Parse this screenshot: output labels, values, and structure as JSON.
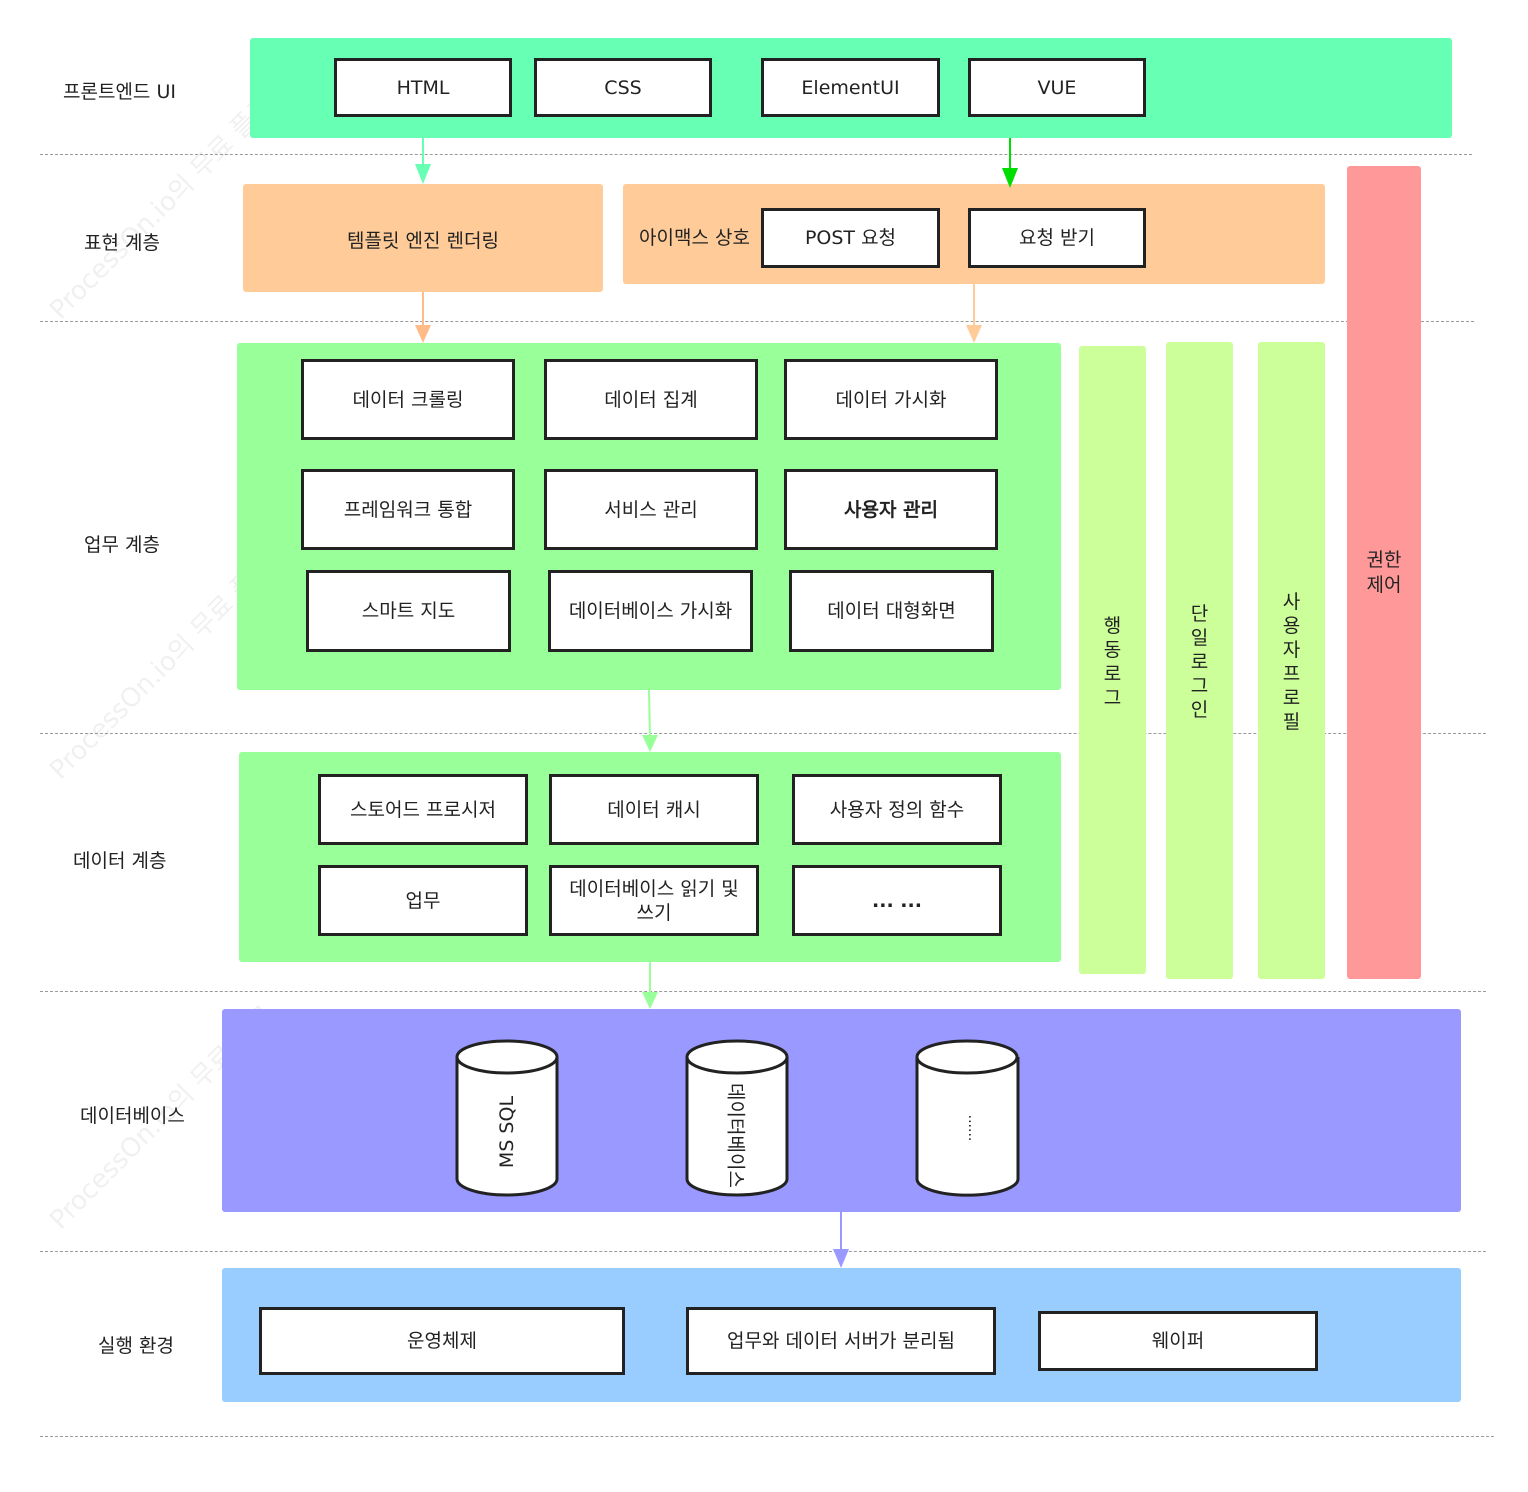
{
  "layers": {
    "frontend": "프론트엔드 UI",
    "presentation": "표현 계층",
    "business": "업무 계층",
    "data": "데이터 계층",
    "database": "데이터베이스",
    "runtime": "실행 환경"
  },
  "frontend": {
    "html": "HTML",
    "css": "CSS",
    "elementui": "ElementUI",
    "vue": "VUE"
  },
  "presentation": {
    "template": "템플릿 엔진 렌더링",
    "ajax": "아이맥스 상호",
    "post": "POST 요청",
    "receive": "요청 받기"
  },
  "business": {
    "crawling": "데이터 크롤링",
    "aggregation": "데이터 집계",
    "visualization": "데이터 가시화",
    "framework": "프레임워크 통합",
    "service": "서비스 관리",
    "user": "사용자 관리",
    "smartmap": "스마트 지도",
    "dbvis": "데이터베이스 가시화",
    "bigscreen": "데이터 대형화면"
  },
  "data": {
    "stored_proc": "스토어드 프로시저",
    "cache": "데이터 캐시",
    "udf": "사용자 정의 함수",
    "work": "업무",
    "rw": "데이터베이스 읽기 및 쓰기",
    "more": "... ..."
  },
  "side": {
    "action_log": "행동로그",
    "sso": "단일로그인",
    "profile": "사용자프로필",
    "permission": "권한 제어"
  },
  "database": {
    "mssql": "MS SQL",
    "db": "데이터베이스",
    "more": "......"
  },
  "runtime": {
    "os": "운영체제",
    "separation": "업무와 데이터 서버가 분리됨",
    "wafer": "웨이퍼"
  },
  "colors": {
    "frontend_band": "#66ffb3",
    "presentation_band": "#ffcc99",
    "business_band": "#99ff99",
    "side_band": "#ccff99",
    "permission_band": "#ff9999",
    "database_band": "#9999ff",
    "runtime_band": "#99ccff"
  }
}
